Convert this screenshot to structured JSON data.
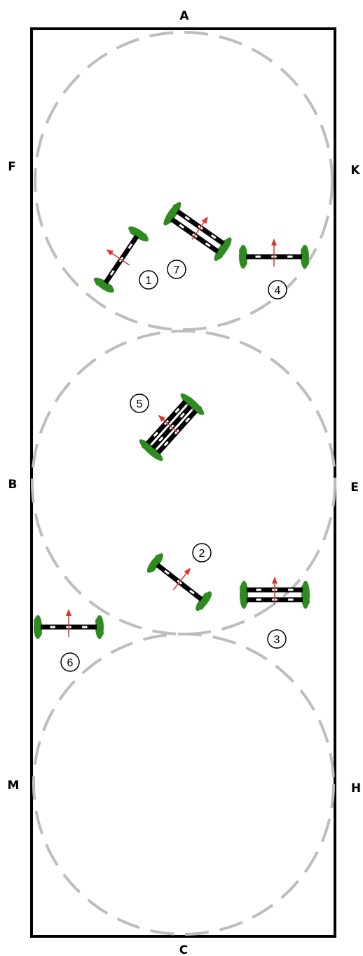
{
  "arena": {
    "letters": {
      "A": "A",
      "K": "K",
      "E": "E",
      "H": "H",
      "C": "C",
      "M": "M",
      "B": "B",
      "F": "F"
    }
  },
  "jumps": [
    {
      "id": "jump-1",
      "number": "1"
    },
    {
      "id": "jump-2",
      "number": "2"
    },
    {
      "id": "jump-3",
      "number": "3",
      "type": "oxer"
    },
    {
      "id": "jump-4",
      "number": "4"
    },
    {
      "id": "jump-5",
      "number": "5",
      "type": "triple-bar"
    },
    {
      "id": "jump-6",
      "number": "6"
    },
    {
      "id": "jump-7",
      "number": "7",
      "type": "oxer"
    }
  ],
  "colors": {
    "border": "#000000",
    "circle_path": "#bdbdbd",
    "standard": "#2e8b20",
    "pole": "#000000",
    "pole_stripe": "#ffffff",
    "direction_arrow": "#e03030"
  }
}
